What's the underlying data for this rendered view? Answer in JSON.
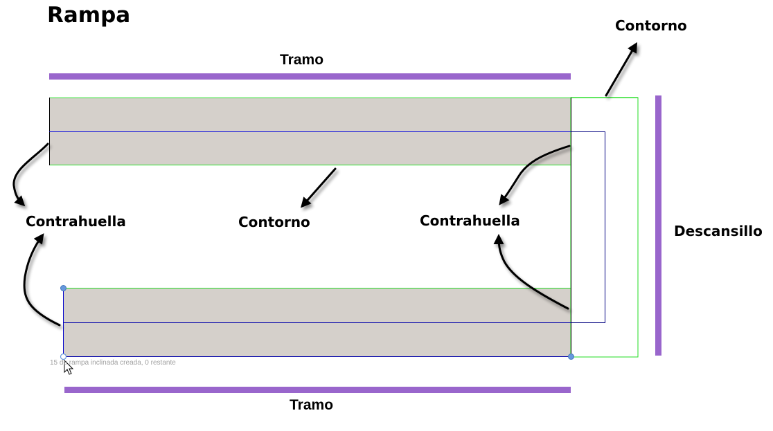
{
  "diagram": {
    "title": "Rampa",
    "labels": {
      "tramo_top": "Tramo",
      "tramo_bottom": "Tramo",
      "descansillo": "Descansillo",
      "contorno_top": "Contorno",
      "contorno_center": "Contorno",
      "contrahuella_left": "Contrahuella",
      "contrahuella_right": "Contrahuella"
    },
    "status_text": "15 de rampa inclinada creada, 0 restante",
    "colors": {
      "tramo_bar": "#9966cc",
      "ramp_fill": "#d5d0cb",
      "contour_green": "#22dd22",
      "riser_blue": "#0000aa",
      "landing_navy": "#000080",
      "grip_blue": "#6699dd"
    }
  }
}
